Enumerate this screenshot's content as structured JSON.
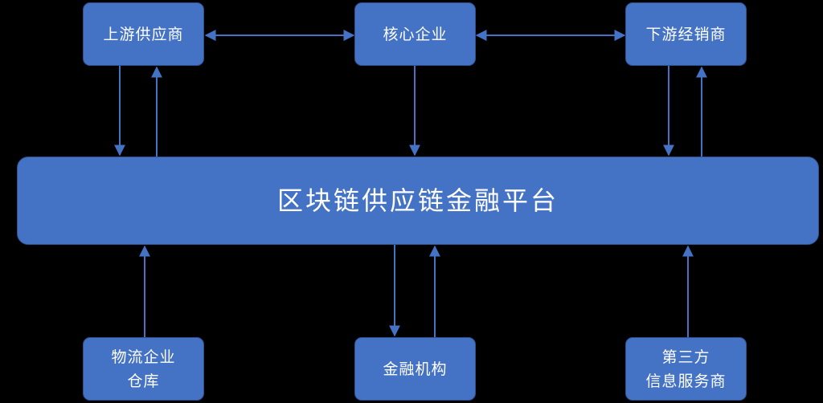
{
  "colors": {
    "background": "#000000",
    "node_fill": "#4472C4",
    "node_border": "#2F528F",
    "edge": "#4472C4",
    "text": "#FFFFFF"
  },
  "nodes": {
    "upstream": "上游供应商",
    "core": "核心企业",
    "downstream": "下游经销商",
    "platform": "区块链供应链金融平台",
    "logistics_line1": "物流企业",
    "logistics_line2": "仓库",
    "finance": "金融机构",
    "third_party_line1": "第三方",
    "third_party_line2": "信息服务商"
  },
  "edges": [
    {
      "from": "upstream",
      "to": "core",
      "direction": "both"
    },
    {
      "from": "core",
      "to": "downstream",
      "direction": "both"
    },
    {
      "from": "upstream",
      "to": "platform",
      "direction": "forward"
    },
    {
      "from": "platform",
      "to": "upstream",
      "direction": "forward"
    },
    {
      "from": "core",
      "to": "platform",
      "direction": "forward"
    },
    {
      "from": "downstream",
      "to": "platform",
      "direction": "forward"
    },
    {
      "from": "platform",
      "to": "downstream",
      "direction": "forward"
    },
    {
      "from": "logistics",
      "to": "platform",
      "direction": "forward"
    },
    {
      "from": "platform",
      "to": "finance",
      "direction": "forward"
    },
    {
      "from": "finance",
      "to": "platform",
      "direction": "forward"
    },
    {
      "from": "third_party",
      "to": "platform",
      "direction": "forward"
    }
  ]
}
